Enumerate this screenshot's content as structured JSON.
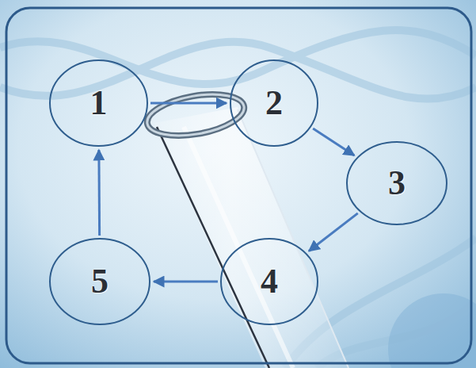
{
  "diagram": {
    "nodes": [
      {
        "text": [
          "1"
        ]
      },
      {
        "text": [
          "2"
        ]
      },
      {
        "text": [
          "3"
        ]
      },
      {
        "text": [
          "4"
        ]
      },
      {
        "text": [
          "5"
        ]
      }
    ],
    "edges": [
      {
        "from": 0,
        "to": 1,
        "arrow": "to"
      },
      {
        "from": 1,
        "to": 2,
        "arrow": "to"
      },
      {
        "from": 2,
        "to": 3,
        "arrow": "to"
      },
      {
        "from": 3,
        "to": 4,
        "arrow": "to"
      },
      {
        "from": 4,
        "to": 0,
        "arrow": "to"
      }
    ]
  }
}
